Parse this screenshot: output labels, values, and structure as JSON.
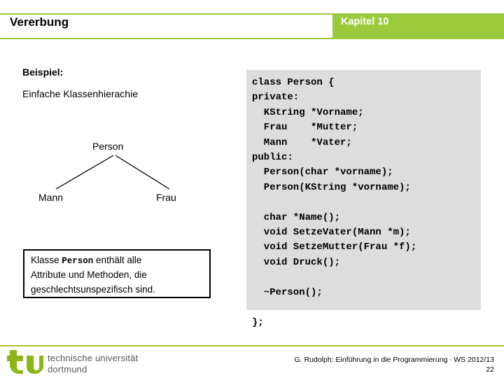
{
  "header": {
    "title": "Vererbung",
    "chapter": "Kapitel 10",
    "accent_color": "#9ACA3C"
  },
  "left_column": {
    "example_label": "Beispiel:",
    "example_text": "Einfache Klassenhierachie",
    "tree": {
      "root": "Person",
      "child_left": "Mann",
      "child_right": "Frau"
    },
    "note_box": {
      "line_1_before": "Klasse ",
      "line_1_mono": "Person",
      "line_1_after": " enthält alle",
      "line_2": "Attribute und Methoden, die",
      "line_3": "geschlechtsunspezifisch sind."
    }
  },
  "code_block": {
    "background_color": "#DDDDDD",
    "text": "class Person {\nprivate:\n  KString *Vorname;\n  Frau    *Mutter;\n  Mann    *Vater;\npublic:\n  Person(char *vorname);\n  Person(KString *vorname);\n\n  char *Name();\n  void SetzeVater(Mann *m);\n  void SetzeMutter(Frau *f);\n  void Druck();\n\n  ~Person();\n\n};"
  },
  "footer": {
    "rule_color": "#AFBF28",
    "logo": {
      "mark": "tu",
      "wordmark_line1": "technische universität",
      "wordmark_line2": "dortmund",
      "mark_color": "#8CB518"
    },
    "credit": "G. Rudolph: Einführung in die Programmierung ∙ WS 2012/13",
    "page_number": "22"
  }
}
